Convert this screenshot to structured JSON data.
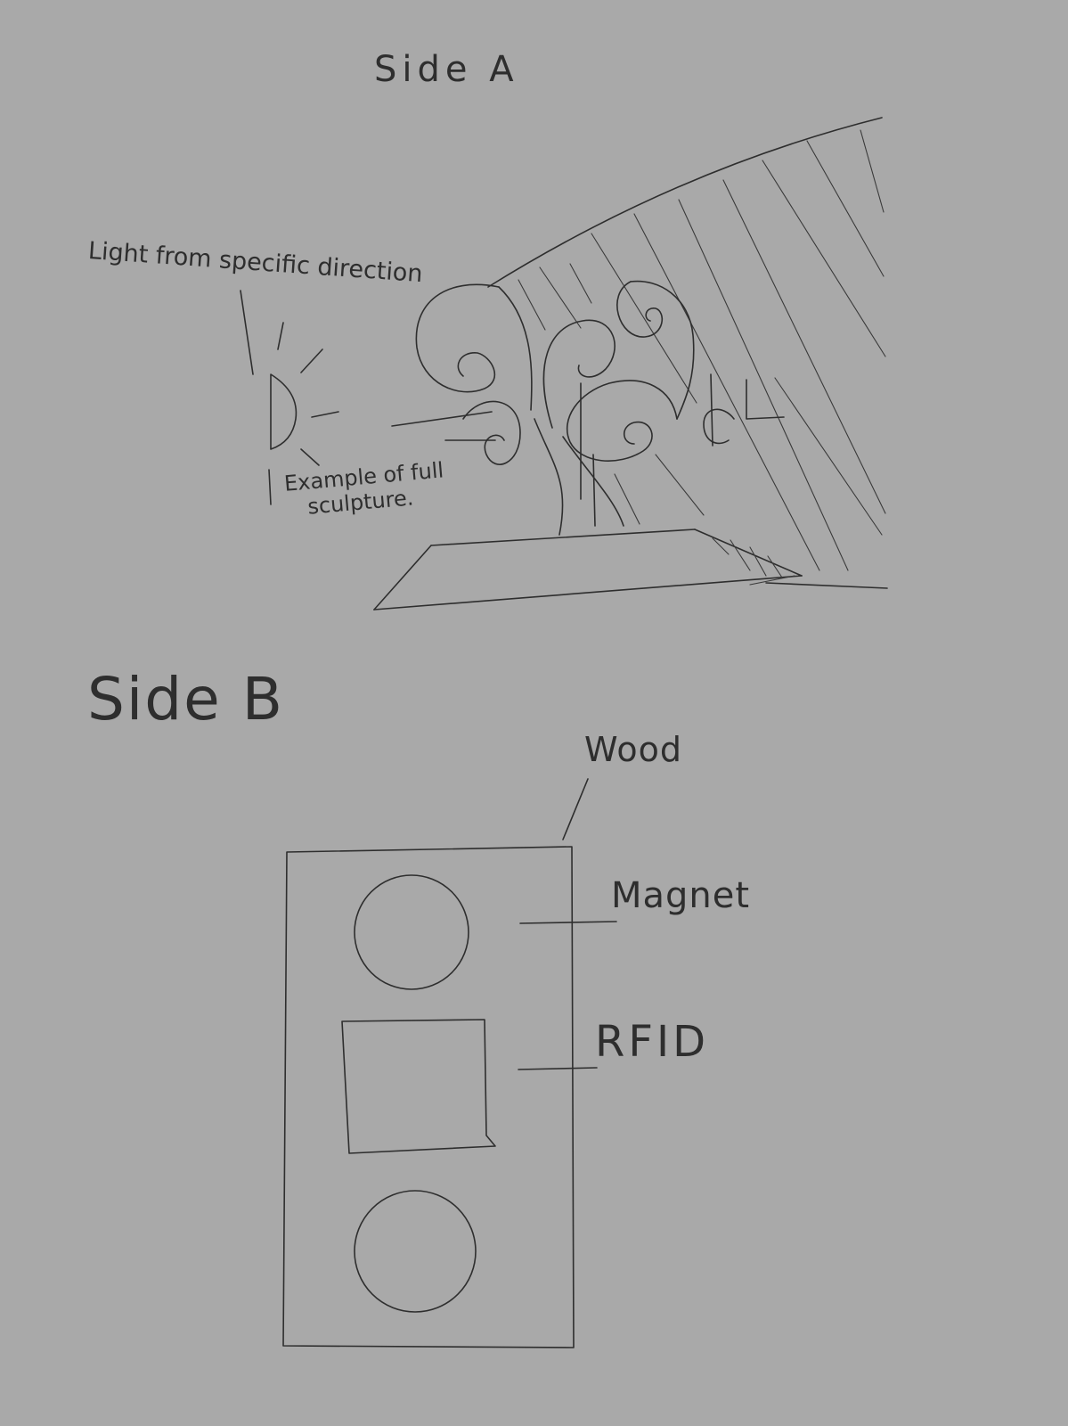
{
  "diagram": {
    "side_a": {
      "title": "Side A",
      "annotation_light": "Light from specific direction",
      "annotation_example_line1": "Example of full",
      "annotation_example_line2": "sculpture."
    },
    "side_b": {
      "title": "Side B",
      "label_wood": "Wood",
      "label_magnet": "Magnet",
      "label_rfid": "RFID"
    }
  },
  "colors": {
    "paper": "#a9a9a9",
    "pencil": "#2e2e2e"
  }
}
